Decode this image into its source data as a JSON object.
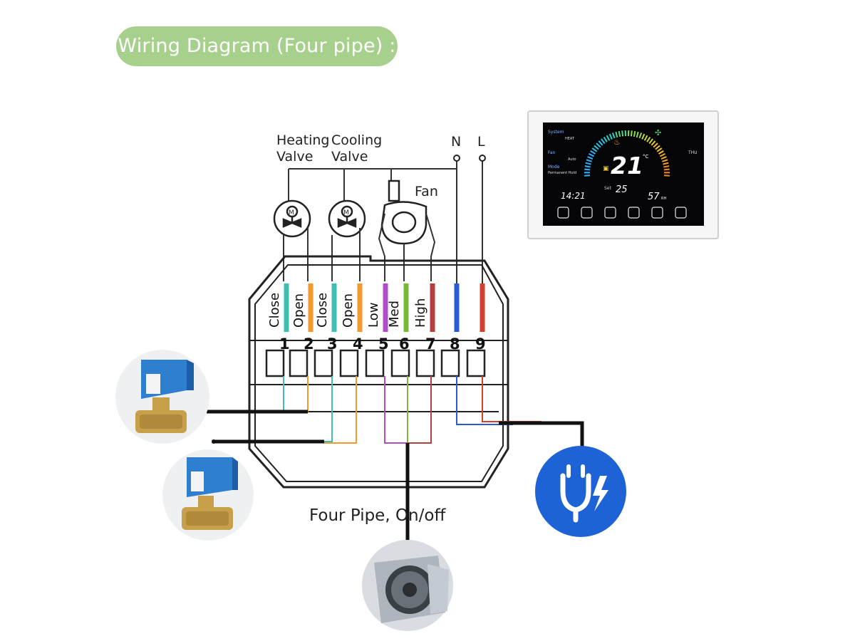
{
  "title": "Wiring Diagram (Four pipe) :",
  "labels": {
    "heating_valve_line1": "Heating",
    "heating_valve_line2": "Valve",
    "cooling_valve_line1": "Cooling",
    "cooling_valve_line2": "Valve",
    "fan": "Fan",
    "neutral": "N",
    "live": "L"
  },
  "terminals": [
    {
      "number": "1",
      "label": "Close",
      "color": "#3fbfb2"
    },
    {
      "number": "2",
      "label": "Open",
      "color": "#f29a2e"
    },
    {
      "number": "3",
      "label": "Close",
      "color": "#3fbfb2"
    },
    {
      "number": "4",
      "label": "Open",
      "color": "#f29a2e"
    },
    {
      "number": "5",
      "label": "Low",
      "color": "#b04cc8"
    },
    {
      "number": "6",
      "label": "Med",
      "color": "#7ab83a"
    },
    {
      "number": "7",
      "label": "High",
      "color": "#b3403f"
    },
    {
      "number": "8",
      "label": "",
      "color": "#2a5bd6"
    },
    {
      "number": "9",
      "label": "",
      "color": "#d6402a"
    }
  ],
  "caption": "Four Pipe, On/off",
  "thermostat": {
    "menu": [
      "System",
      "HEAT",
      "Fan",
      "Auto",
      "Mode",
      "Permanent Hold"
    ],
    "day": "THU",
    "temperature": "21",
    "temp_unit": "°C",
    "set_label": "Set",
    "set_temperature": "25",
    "time": "14:21",
    "humidity": "57",
    "humidity_unit": "RH"
  },
  "colors": {
    "title_bg": "#a8d08d",
    "power_badge": "#1e63d6",
    "wire": "#111111"
  }
}
